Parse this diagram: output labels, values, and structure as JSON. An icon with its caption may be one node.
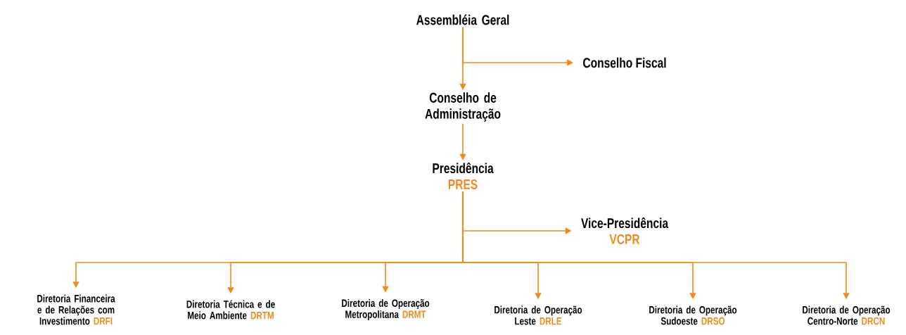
{
  "diagram": {
    "nodes": [
      {
        "text": [
          "Assembléia Geral"
        ]
      },
      {
        "text": [
          "Conselho Fiscal"
        ]
      },
      {
        "text": [
          "Conselho de Administração"
        ]
      },
      {
        "text": [
          "Presidência",
          "PRES"
        ]
      },
      {
        "text": [
          "Vice-Presidência",
          "VCPR"
        ]
      },
      {
        "text": [
          "Diretoria Financeira e de Relações com Investimento",
          "DRFI"
        ]
      },
      {
        "text": [
          "Diretoria Técnica e de Meio Ambiente",
          "DRTM"
        ]
      },
      {
        "text": [
          "Diretoria de Operação Metropolitana",
          "DRMT"
        ]
      },
      {
        "text": [
          "Diretoria de Operação Leste",
          "DRLE"
        ]
      },
      {
        "text": [
          "Diretoria de Operação Sudoeste",
          "DRSO"
        ]
      },
      {
        "text": [
          "Diretoria de Operação Centro-Norte",
          "DRCN"
        ]
      }
    ],
    "edges": [
      {
        "from": 0,
        "to": 2,
        "arrow": "to"
      },
      {
        "from": 0,
        "to": 1,
        "arrow": "to"
      },
      {
        "from": 2,
        "to": 3,
        "arrow": "to"
      },
      {
        "from": 3,
        "to": 4,
        "arrow": "to"
      },
      {
        "from": 3,
        "to": 5,
        "arrow": "to"
      },
      {
        "from": 3,
        "to": 6,
        "arrow": "to"
      },
      {
        "from": 3,
        "to": 7,
        "arrow": "to"
      },
      {
        "from": 3,
        "to": 8,
        "arrow": "to"
      },
      {
        "from": 3,
        "to": 9,
        "arrow": "to"
      },
      {
        "from": 3,
        "to": 10,
        "arrow": "to"
      }
    ]
  }
}
